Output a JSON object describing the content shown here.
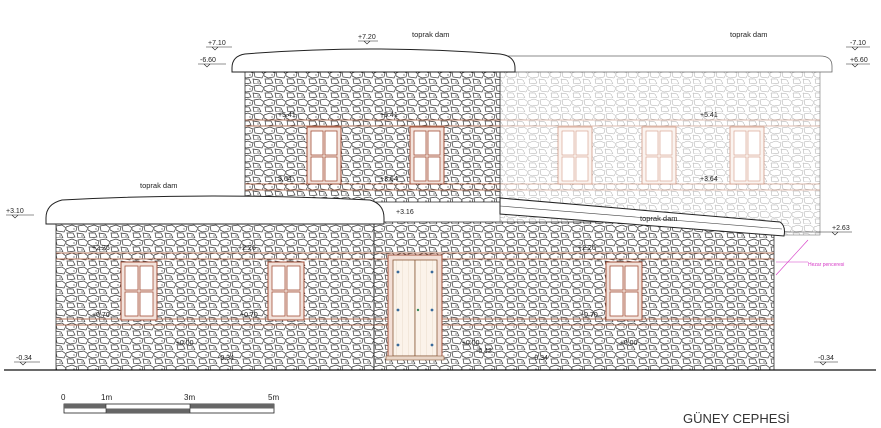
{
  "title": "GÜNEY CEPHESİ",
  "roof_labels": {
    "roof_upper_left": "toprak dam",
    "roof_upper_right": "toprak dam",
    "roof_lower_left": "toprak dam",
    "roof_lower_right": "toprak dam"
  },
  "levels": {
    "top_left_710": "+7.10",
    "top_left_660": "-6.60",
    "top_center_720": "+7.20",
    "top_right_710": "-7.10",
    "top_right_660": "+6.60",
    "upper_541_a": "+5.41",
    "upper_541_b": "+5.41",
    "upper_541_c": "+5.41",
    "upper_364_a": "3.64",
    "upper_364_b": "+3.64",
    "upper_364_c": "+3.64",
    "mid_310": "+3.10",
    "mid_316": "+3.16",
    "right_263": "+2.63",
    "low_226_a": "+2.26",
    "low_226_b": "+2.26",
    "low_226_c": "+2.26",
    "low_070_a": "+0.70",
    "low_070_b": "+0.70",
    "low_070_c": "+0.70",
    "ground_000_a": "±0.00",
    "ground_000_b": "±0.00",
    "ground_000_c": "±0.00",
    "ground_034_l": "-0.34",
    "ground_034_r": "-0.34",
    "ground_034_c": "-0.34",
    "ground_034_d": "-0.34",
    "ground_042": "-0.42"
  },
  "annotation_magenta": "Hezar penceresi",
  "scale": {
    "s0": "0",
    "s1": "1m",
    "s3": "3m",
    "s5": "5m"
  },
  "colors": {
    "stone": "#555555",
    "band": "#b2735a",
    "window_frame": "#a3503a",
    "door_fill": "#f7ede2",
    "annotation": "#d63ac7"
  }
}
